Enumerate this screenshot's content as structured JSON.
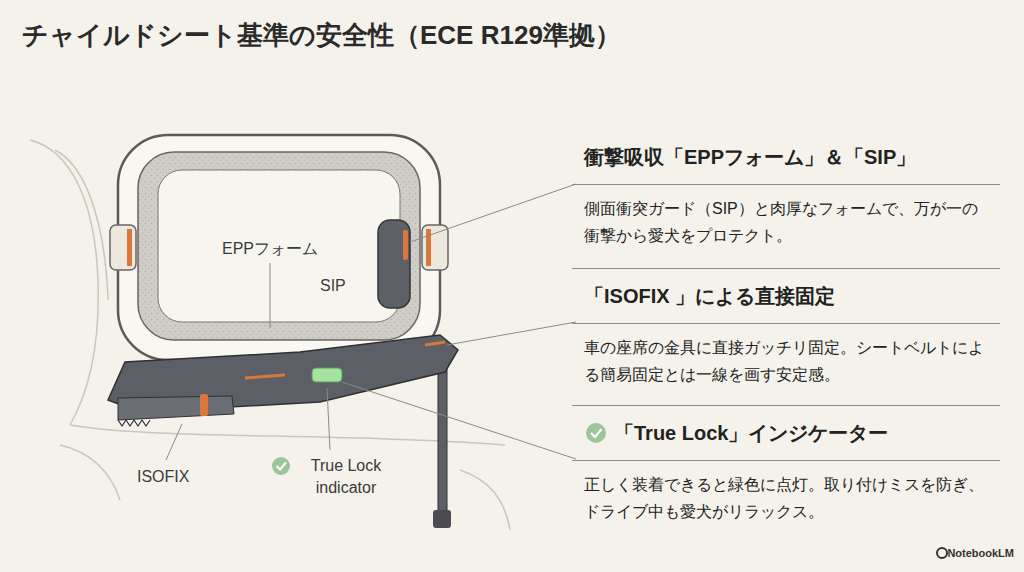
{
  "diagram": {
    "title": "チャイルドシート基準の安全性（ECE R129準拠）",
    "nodes": [
      {
        "text": [
          "衝撃吸収「EPPフォーム」＆「SIP」",
          "側面衝突ガード（SIP）と肉厚なフォームで、万が一の衝撃から愛犬をプロテクト。"
        ]
      },
      {
        "text": [
          "「ISOFIX 」による直接固定",
          "車の座席の金具に直接ガッチリ固定。シートベルトによる簡易固定とは一線を画す安定感。"
        ]
      },
      {
        "text": [
          "「True Lock」インジケーター",
          "正しく装着できると緑色に点灯。取り付けミスを防ぎ、ドライブ中も愛犬がリラックス。"
        ]
      }
    ],
    "labels": [
      "EPPフォーム",
      "SIP",
      "ISOFIX",
      "True Lock indicator",
      "NotebookLM"
    ]
  }
}
